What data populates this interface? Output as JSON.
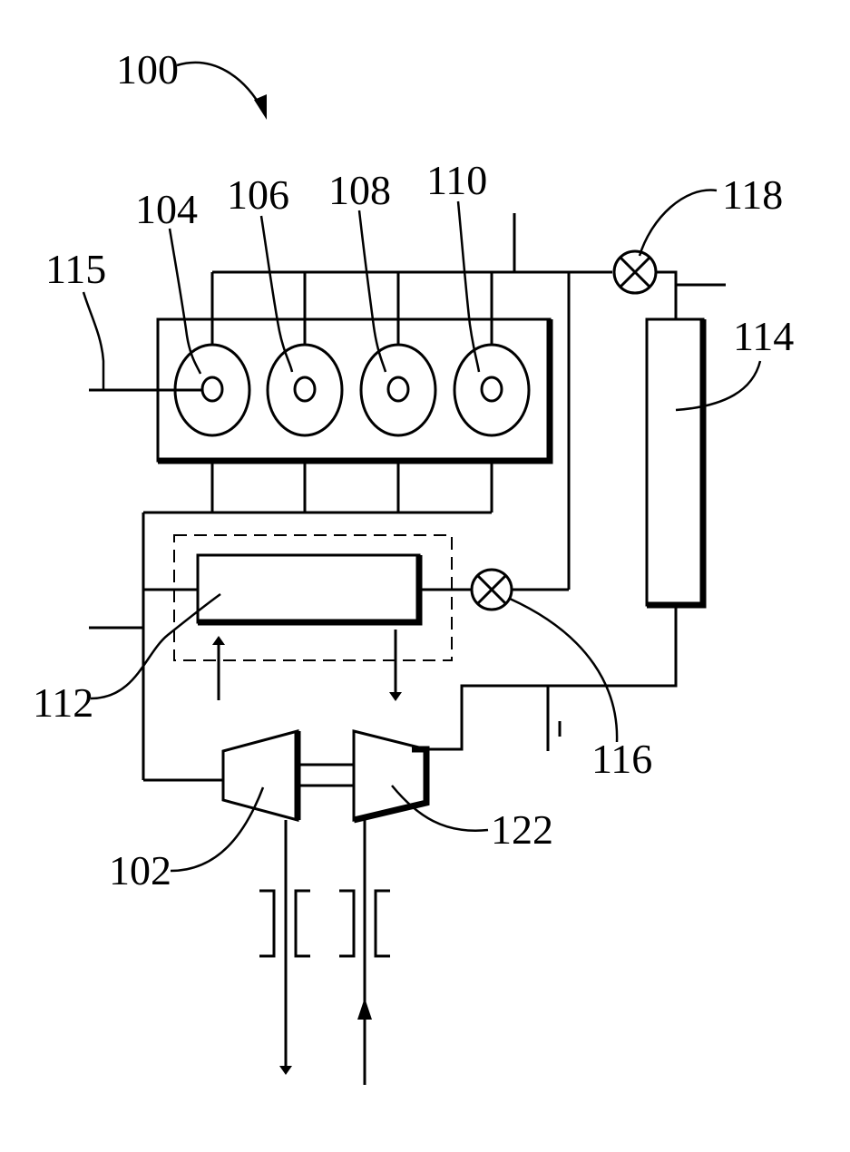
{
  "labels": {
    "system": "100",
    "compressor": "102",
    "cylinder_1": "104",
    "cylinder_2": "106",
    "cylinder_3": "108",
    "cylinder_4": "110",
    "cooler": "112",
    "tank": "114",
    "shaft": "115",
    "valve_lower": "116",
    "valve_upper": "118",
    "turbine": "122"
  },
  "colors": {
    "line": "#000000",
    "background": "#ffffff"
  }
}
